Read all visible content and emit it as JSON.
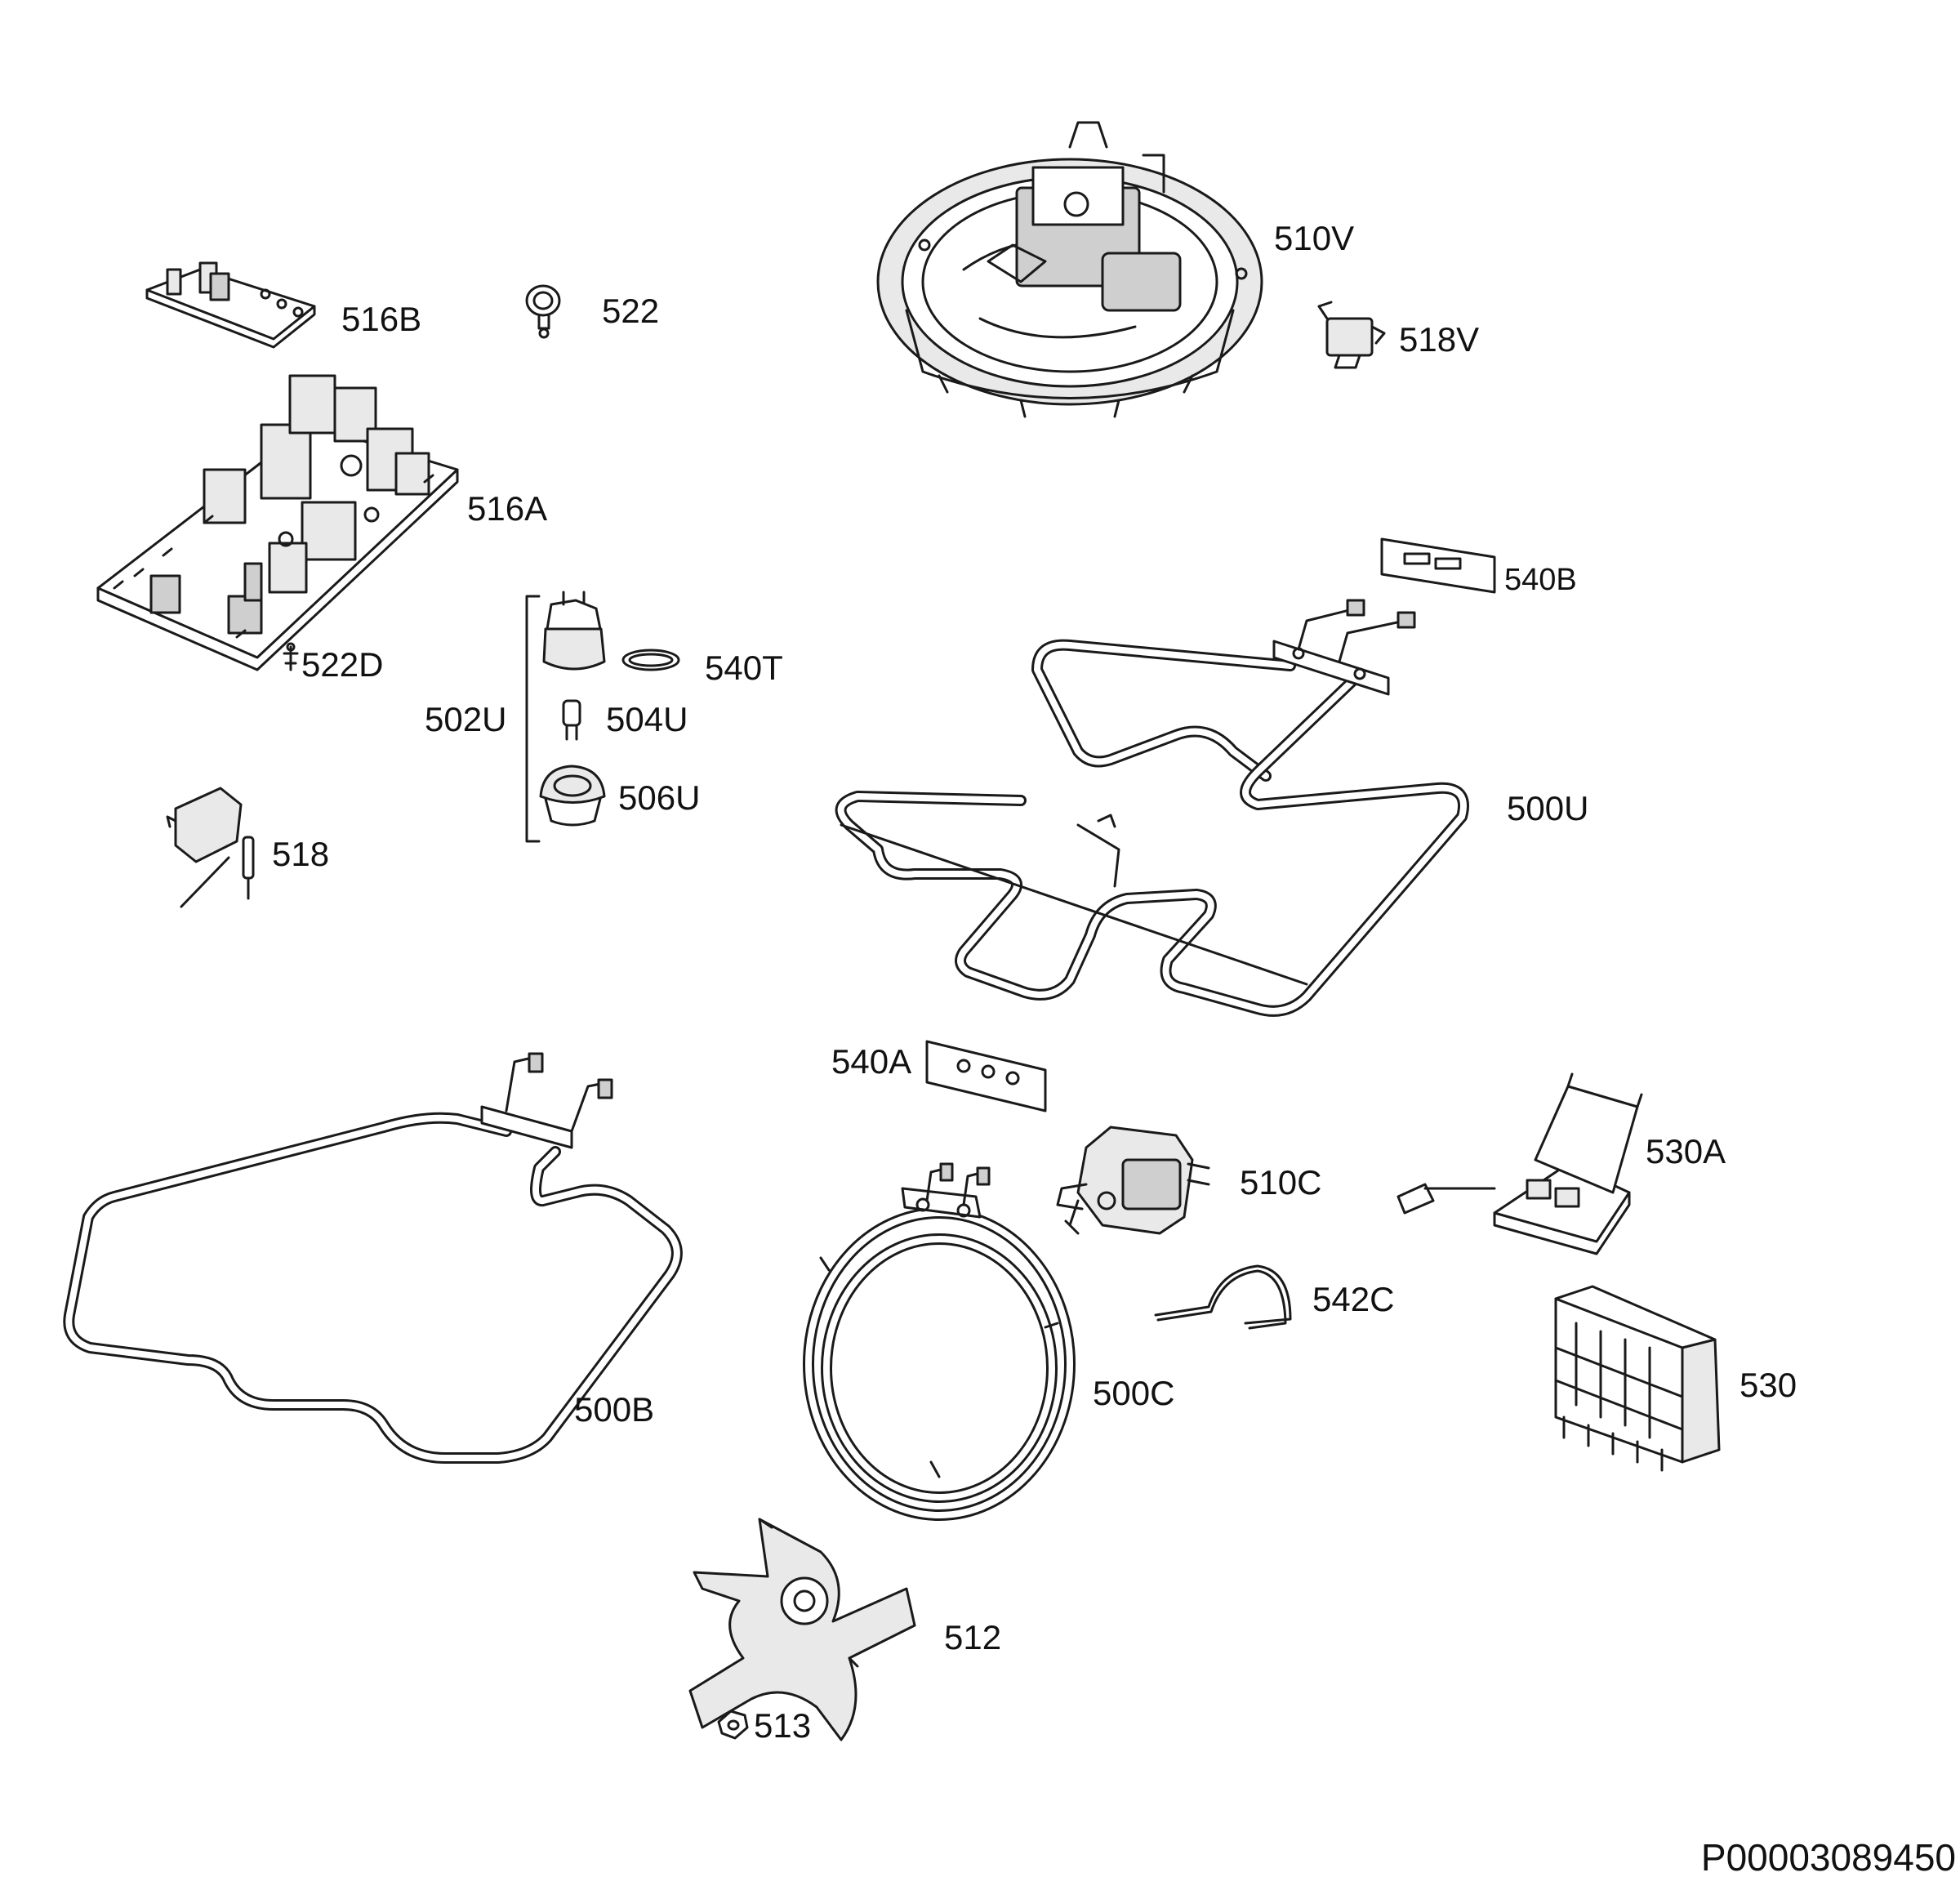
{
  "diagram_code": "P00003089450",
  "parts": {
    "p510V": "510V",
    "p518V": "518V",
    "p516B": "516B",
    "p522": "522",
    "p516A": "516A",
    "p522D": "522D",
    "p540B": "540B",
    "p540T": "540T",
    "p502U": "502U",
    "p504U": "504U",
    "p506U": "506U",
    "p518": "518",
    "p500U": "500U",
    "p540A": "540A",
    "p510C": "510C",
    "p530A": "530A",
    "p542C": "542C",
    "p530": "530",
    "p500B": "500B",
    "p500C": "500C",
    "p512": "512",
    "p513": "513"
  }
}
